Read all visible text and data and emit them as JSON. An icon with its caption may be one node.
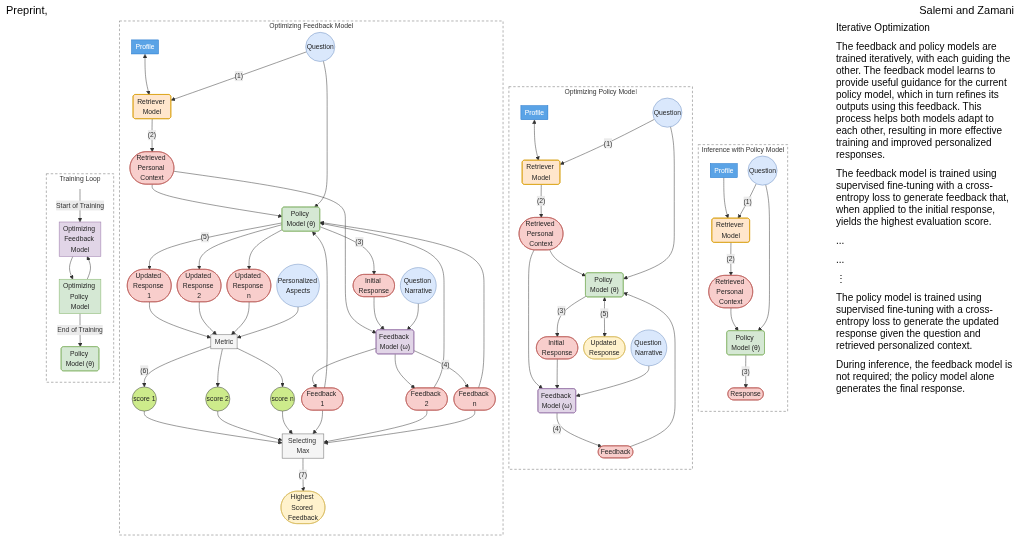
{
  "diagram": {
    "nodes": [
      {
        "text": [
          "Training Loop"
        ]
      },
      {
        "text": [
          "Optimizing Feedback Model"
        ],
        "in": 0
      },
      {
        "text": [
          "Optimizing Policy Model"
        ],
        "in": 0
      },
      {
        "text": [
          "Policy Model (θ)"
        ],
        "in": 0
      },
      {
        "text": [
          "Optimizing Feedback Model"
        ]
      },
      {
        "text": [
          "Profile"
        ],
        "in": 4
      },
      {
        "text": [
          "Retriever Model"
        ],
        "in": 4
      },
      {
        "text": [
          "Retrieved Personal Context"
        ],
        "in": 4
      },
      {
        "text": [
          "Question"
        ],
        "in": 4
      },
      {
        "text": [
          "Policy Model (θ)"
        ],
        "in": 4
      },
      {
        "text": [
          "Initial Response"
        ],
        "in": 4
      },
      {
        "text": [
          "Feedback Model (ω)"
        ],
        "in": 4
      },
      {
        "text": [
          "Question Narrative"
        ],
        "in": 4
      },
      {
        "text": [
          "Updated Response 1"
        ],
        "in": 4
      },
      {
        "text": [
          "Updated Response 2"
        ],
        "in": 4
      },
      {
        "text": [
          "Updated Response n"
        ],
        "in": 4
      },
      {
        "text": [
          "Feedback 1"
        ],
        "in": 4
      },
      {
        "text": [
          "Feedback 2"
        ],
        "in": 4
      },
      {
        "text": [
          "Feedback n"
        ],
        "in": 4
      },
      {
        "text": [
          "Personalized Aspects"
        ],
        "in": 4
      },
      {
        "text": [
          "Metric"
        ],
        "in": 4
      },
      {
        "text": [
          "score 1"
        ],
        "in": 4
      },
      {
        "text": [
          "score 2"
        ],
        "in": 4
      },
      {
        "text": [
          "score n"
        ],
        "in": 4
      },
      {
        "text": [
          "Selecting Max"
        ],
        "in": 4
      },
      {
        "text": [
          "Highest Scored Feedback"
        ],
        "in": 4
      },
      {
        "text": [
          "Optimizing Policy Model"
        ]
      },
      {
        "text": [
          "Profile"
        ],
        "in": 26
      },
      {
        "text": [
          "Retriever Model"
        ],
        "in": 26
      },
      {
        "text": [
          "Retrieved Personal Context"
        ],
        "in": 26
      },
      {
        "text": [
          "Question"
        ],
        "in": 26
      },
      {
        "text": [
          "Policy Model (θ)"
        ],
        "in": 26
      },
      {
        "text": [
          "Initial Response"
        ],
        "in": 26
      },
      {
        "text": [
          "Feedback Model (ω)"
        ],
        "in": 26
      },
      {
        "text": [
          "Question Narrative"
        ],
        "in": 26
      },
      {
        "text": [
          "Feedback"
        ],
        "in": 26
      },
      {
        "text": [
          "Updated Response"
        ],
        "in": 26
      },
      {
        "text": [
          "Inference with Policy Model"
        ]
      },
      {
        "text": [
          "Retriever Model"
        ],
        "in": 37
      },
      {
        "text": [
          "Profile"
        ],
        "in": 37
      },
      {
        "text": [
          "Retrieved Personal Context"
        ],
        "in": 37
      },
      {
        "text": [
          "Question"
        ],
        "in": 37
      },
      {
        "text": [
          "Policy Model (θ)"
        ],
        "in": 37
      },
      {
        "text": [
          "Response"
        ],
        "in": 37
      }
    ],
    "edges": [
      {
        "from": null,
        "to": 1,
        "arrow": "to",
        "label": "Start of Training"
      },
      {
        "from": 1,
        "to": 2,
        "arrow": "to"
      },
      {
        "from": 2,
        "to": 1,
        "arrow": "to"
      },
      {
        "from": 2,
        "to": 3,
        "arrow": "to",
        "label": "End of Training"
      },
      {
        "from": 5,
        "to": 6,
        "arrow": "both"
      },
      {
        "from": 8,
        "to": 6,
        "arrow": "to",
        "label": "(1)"
      },
      {
        "from": 6,
        "to": 7,
        "arrow": "to",
        "label": "(2)"
      },
      {
        "from": 7,
        "to": 9,
        "arrow": "to"
      },
      {
        "from": 7,
        "to": 11,
        "arrow": "to"
      },
      {
        "from": 8,
        "to": 9,
        "arrow": "to"
      },
      {
        "from": 9,
        "to": 10,
        "arrow": "to",
        "label": "(3)"
      },
      {
        "from": 10,
        "to": 11,
        "arrow": "to"
      },
      {
        "from": 12,
        "to": 11,
        "arrow": "to"
      },
      {
        "from": 11,
        "to": 16,
        "arrow": "to"
      },
      {
        "from": 11,
        "to": 17,
        "arrow": "to"
      },
      {
        "from": 11,
        "to": 18,
        "arrow": "to",
        "label": "(4)"
      },
      {
        "from": 16,
        "to": 9,
        "arrow": "to"
      },
      {
        "from": 17,
        "to": 9,
        "arrow": "to"
      },
      {
        "from": 18,
        "to": 9,
        "arrow": "to"
      },
      {
        "from": 9,
        "to": 13,
        "arrow": "to",
        "label": "(5)"
      },
      {
        "from": 9,
        "to": 14,
        "arrow": "to"
      },
      {
        "from": 9,
        "to": 15,
        "arrow": "to"
      },
      {
        "from": 13,
        "to": 20,
        "arrow": "to"
      },
      {
        "from": 14,
        "to": 20,
        "arrow": "to"
      },
      {
        "from": 15,
        "to": 20,
        "arrow": "to"
      },
      {
        "from": 19,
        "to": 20,
        "arrow": "to"
      },
      {
        "from": 20,
        "to": 21,
        "arrow": "to",
        "label": "(6)"
      },
      {
        "from": 20,
        "to": 22,
        "arrow": "to"
      },
      {
        "from": 20,
        "to": 23,
        "arrow": "to"
      },
      {
        "from": 21,
        "to": 24,
        "arrow": "to"
      },
      {
        "from": 22,
        "to": 24,
        "arrow": "to"
      },
      {
        "from": 23,
        "to": 24,
        "arrow": "to"
      },
      {
        "from": 16,
        "to": 24,
        "arrow": "to"
      },
      {
        "from": 17,
        "to": 24,
        "arrow": "to"
      },
      {
        "from": 18,
        "to": 24,
        "arrow": "to"
      },
      {
        "from": 24,
        "to": 25,
        "arrow": "to",
        "label": "(7)"
      },
      {
        "from": 27,
        "to": 28,
        "arrow": "both"
      },
      {
        "from": 30,
        "to": 28,
        "arrow": "to",
        "label": "(1)"
      },
      {
        "from": 28,
        "to": 29,
        "arrow": "to",
        "label": "(2)"
      },
      {
        "from": 29,
        "to": 31,
        "arrow": "to"
      },
      {
        "from": 29,
        "to": 33,
        "arrow": "to"
      },
      {
        "from": 30,
        "to": 31,
        "arrow": "to"
      },
      {
        "from": 31,
        "to": 32,
        "arrow": "to",
        "label": "(3)"
      },
      {
        "from": 32,
        "to": 33,
        "arrow": "to"
      },
      {
        "from": 34,
        "to": 33,
        "arrow": "to"
      },
      {
        "from": 33,
        "to": 35,
        "arrow": "to",
        "label": "(4)"
      },
      {
        "from": 35,
        "to": 31,
        "arrow": "to"
      },
      {
        "from": 31,
        "to": 36,
        "arrow": "both",
        "label": "(5)"
      },
      {
        "from": 39,
        "to": 38,
        "arrow": "to"
      },
      {
        "from": 41,
        "to": 38,
        "arrow": "to",
        "label": "(1)"
      },
      {
        "from": 38,
        "to": 40,
        "arrow": "to",
        "label": "(2)"
      },
      {
        "from": 40,
        "to": 42,
        "arrow": "to"
      },
      {
        "from": 41,
        "to": 42,
        "arrow": "to"
      },
      {
        "from": 42,
        "to": 43,
        "arrow": "to",
        "label": "(3)"
      }
    ],
    "labels": [
      "Preprint,",
      "Salemi and Zamani",
      "Iterative Optimization",
      "The feedback and policy models are trained iteratively, with each guiding the other. The feedback model learns to provide useful guidance for the current policy model, which in turn refines its outputs using this feedback. This process helps both models adapt to each other, resulting in more effective training and improved personalized responses.",
      "The feedback model is trained using supervised fine-tuning with a cross-entropy loss to generate feedback that, when applied to the initial response, yields the highest evaluation score.",
      "...",
      "...",
      "⋮",
      "The policy model is trained using supervised fine-tuning with a cross-entropy loss to generate the updated response given the question and retrieved personalized context.",
      "During inference, the feedback model is not required; the policy model alone generates the final response."
    ]
  }
}
